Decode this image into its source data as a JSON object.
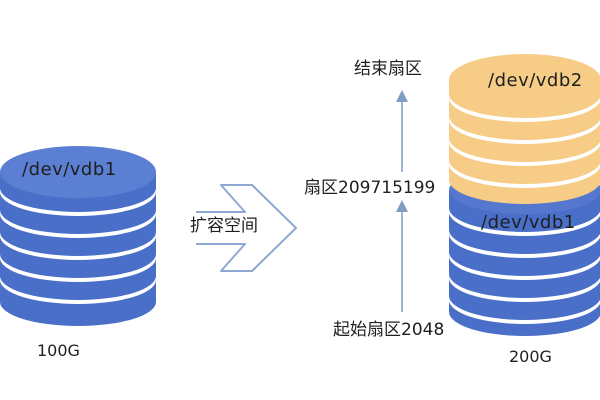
{
  "left_disk": {
    "device_label": "/dev/vdb1",
    "size_label": "100G",
    "color_top": "#5b7fd3",
    "color_body": "#4a6fc8",
    "color_rim": "#3a5ab0"
  },
  "expand_arrow": {
    "label": "扩容空间"
  },
  "sector_axis": {
    "end_label": "结束扇区",
    "middle_label": "扇区209715199",
    "start_label": "起始扇区2048",
    "line_color": "#7e9cc4"
  },
  "right_disk": {
    "upper_partition_label": "/dev/vdb2",
    "lower_partition_label": "/dev/vdb1",
    "size_label": "200G",
    "upper_color": "#f6cc86",
    "upper_rim": "#e7b56a",
    "lower_color": "#4a6fc8",
    "lower_rim": "#3a5ab0"
  }
}
